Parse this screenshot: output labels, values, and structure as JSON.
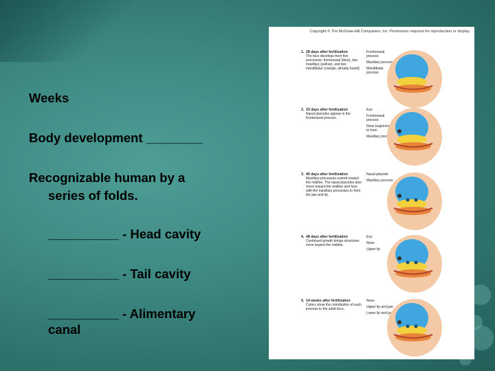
{
  "slide": {
    "lines": {
      "weeks": "Weeks",
      "body_development": "Body development ________",
      "recognizable_1": "Recognizable human by a",
      "recognizable_2": "series of folds.",
      "head_cavity": "__________ - Head cavity",
      "tail_cavity": "__________ - Tail cavity",
      "alimentary_1": "__________ - Alimentary",
      "alimentary_2": "canal"
    }
  },
  "figure": {
    "copyright": "Copyright © The McGraw-Hill Companies, Inc. Permission required for reproduction or display.",
    "stages": [
      {
        "num": "1.",
        "title": "28 days after fertilization",
        "desc": "The face develops from five processes: frontonasal (blue), two maxillary (yellow), and two mandibular (orange; already fused)",
        "labels": [
          "Frontonasal process",
          "Maxillary process",
          "Mandibular process"
        ]
      },
      {
        "num": "2.",
        "title": "33 days after fertilization",
        "desc": "Nasal placodes appear in the frontonasal process.",
        "labels": [
          "Eye",
          "Frontonasal process",
          "Nose beginning to form",
          "Maxillary process"
        ]
      },
      {
        "num": "3.",
        "title": "40 days after fertilization",
        "desc": "Maxillary processes extend toward the midline. The nasal placodes also move toward the midline and fuse with the maxillary processes to form the jaw and lip.",
        "labels": [
          "Nasal placode",
          "Maxillary process"
        ]
      },
      {
        "num": "4.",
        "title": "48 days after fertilization",
        "desc": "Continued growth brings structures more toward the midline.",
        "labels": [
          "Eye",
          "Nose",
          "Upper lip"
        ]
      },
      {
        "num": "5.",
        "title": "14 weeks after fertilization",
        "desc": "Colors show the contribution of each process to the adult face.",
        "labels": [
          "Nose",
          "Upper lip and jaw",
          "Lower lip and jaw"
        ]
      }
    ],
    "colors": {
      "frontonasal": "#3fa6e0",
      "maxillary": "#f2d23c",
      "mandibular": "#e8843a",
      "skin": "#f3c9a6"
    }
  }
}
